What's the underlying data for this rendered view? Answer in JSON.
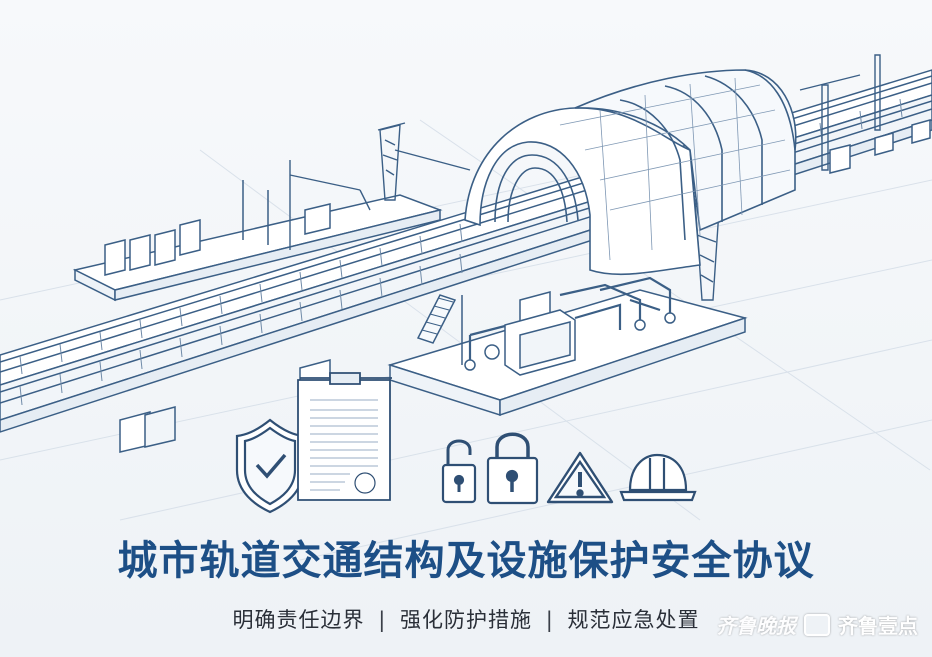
{
  "poster": {
    "title": "城市轨道交通结构及设施保护安全协议",
    "subtitle_parts": [
      "明确责任边界",
      "强化防护措施",
      "规范应急处置"
    ],
    "separator": "|"
  },
  "watermark": {
    "paper_name": "齐鲁晚报",
    "brand": "齐鲁壹点"
  },
  "icons": [
    "shield-check-icon",
    "document-icon",
    "unlocked-padlock-icon",
    "locked-padlock-icon",
    "warning-triangle-icon",
    "hard-hat-icon"
  ],
  "colors": {
    "title": "#1d4f86",
    "line_art": "#3b5f86",
    "background": "#f3f6f9"
  }
}
